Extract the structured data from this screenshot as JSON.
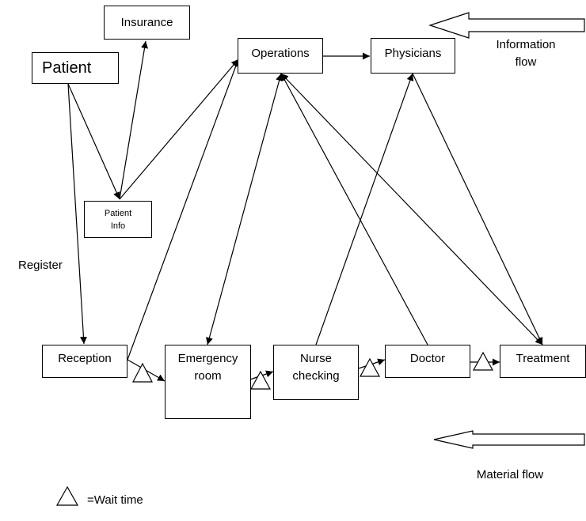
{
  "nodes": {
    "insurance": "Insurance",
    "patient": "Patient",
    "operations": "Operations",
    "physicians": "Physicians",
    "patient_info": "Patient\nInfo",
    "reception": "Reception",
    "emergency_room": "Emergency\nroom",
    "nurse_checking": "Nurse\nchecking",
    "doctor": "Doctor",
    "treatment": "Treatment"
  },
  "labels": {
    "register": "Register",
    "information_flow": "Information\nflow",
    "material_flow": "Material flow",
    "legend_wait_time": "=Wait time"
  }
}
